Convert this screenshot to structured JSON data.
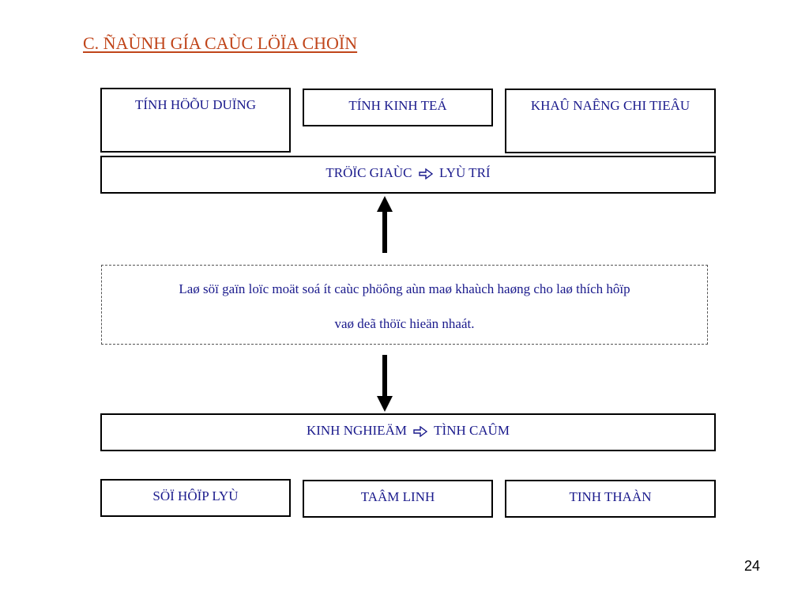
{
  "title": "C. ÑAÙNH GÍA CAÙC LÖÏA CHOÏN",
  "top_row": {
    "box1": "TÍNH HÖÕU DUÏNG",
    "box2": "TÍNH KINH TEÁ",
    "box3": "KHAÛ NAÊNG CHI TIEÂU"
  },
  "price_row": {
    "left": "TRÖÏC GIAÙC",
    "right": "LYÙ TRÍ"
  },
  "center_text": {
    "line1": "Laø söï gaïn loïc moät soá ít caùc phöông aùn maø khaùch haøng cho laø thích hôïp",
    "line2": "vaø deã thöïc hieän nhaát."
  },
  "experience_row": {
    "left": "KINH NGHIEÄM",
    "right": "TÌNH CAÛM"
  },
  "bottom_row": {
    "box1": "SÖÏ HÔÏP LYÙ",
    "box2": "TAÂM LINH",
    "box3": "TINH THAÀN"
  },
  "icons": {
    "implies": "hollow-right-arrow-icon",
    "up": "up-arrow-icon",
    "down": "down-arrow-icon"
  },
  "page_number": "24"
}
